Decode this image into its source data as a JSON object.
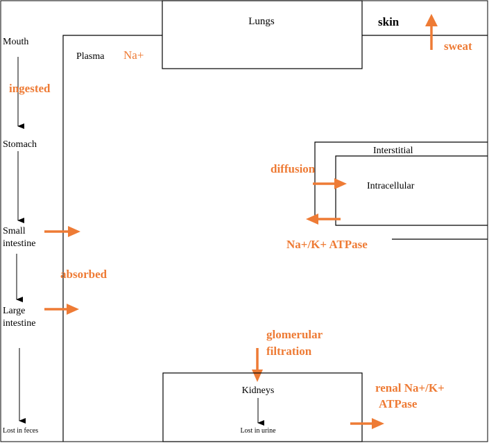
{
  "labels": {
    "lungs": "Lungs",
    "skin": "skin",
    "sweat": "sweat",
    "mouth": "Mouth",
    "plasma": "Plasma",
    "na_plus": "Na+",
    "ingested": "ingested",
    "stomach": "Stomach",
    "interstitial": "Interstitial",
    "diffusion": "diffusion",
    "intracellular": "Intracellular",
    "small": "Small",
    "intestine_1": "intestine",
    "na_k_atpase": "Na+/K+ ATPase",
    "absorbed": "absorbed",
    "large": "Large",
    "intestine_2": "intestine",
    "glomerular": "glomerular",
    "filtration": "filtration",
    "kidneys": "Kidneys",
    "lost_urine": "Lost in urine",
    "lost_feces": "Lost in feces",
    "renal_1": "renal Na+/K+",
    "renal_2": "ATPase"
  },
  "colors": {
    "accent": "#ee7b35",
    "line": "#000000"
  }
}
